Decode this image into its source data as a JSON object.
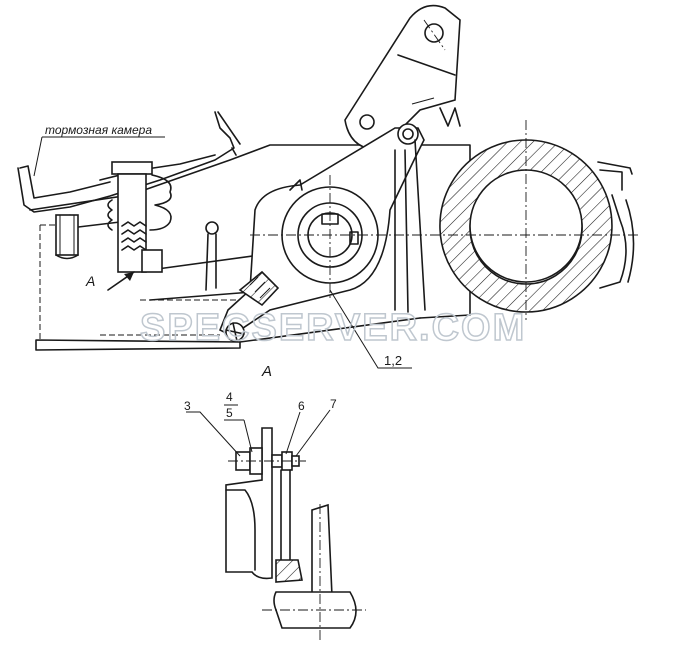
{
  "callouts": {
    "brake_chamber": "тормозная камера",
    "view_arrow": "A",
    "view_title": "A",
    "lever_ref": "1,2",
    "part_3": "3",
    "part_4": "4",
    "part_5": "5",
    "part_6": "6",
    "part_7": "7"
  },
  "watermark": "SPECSERVER.COM"
}
